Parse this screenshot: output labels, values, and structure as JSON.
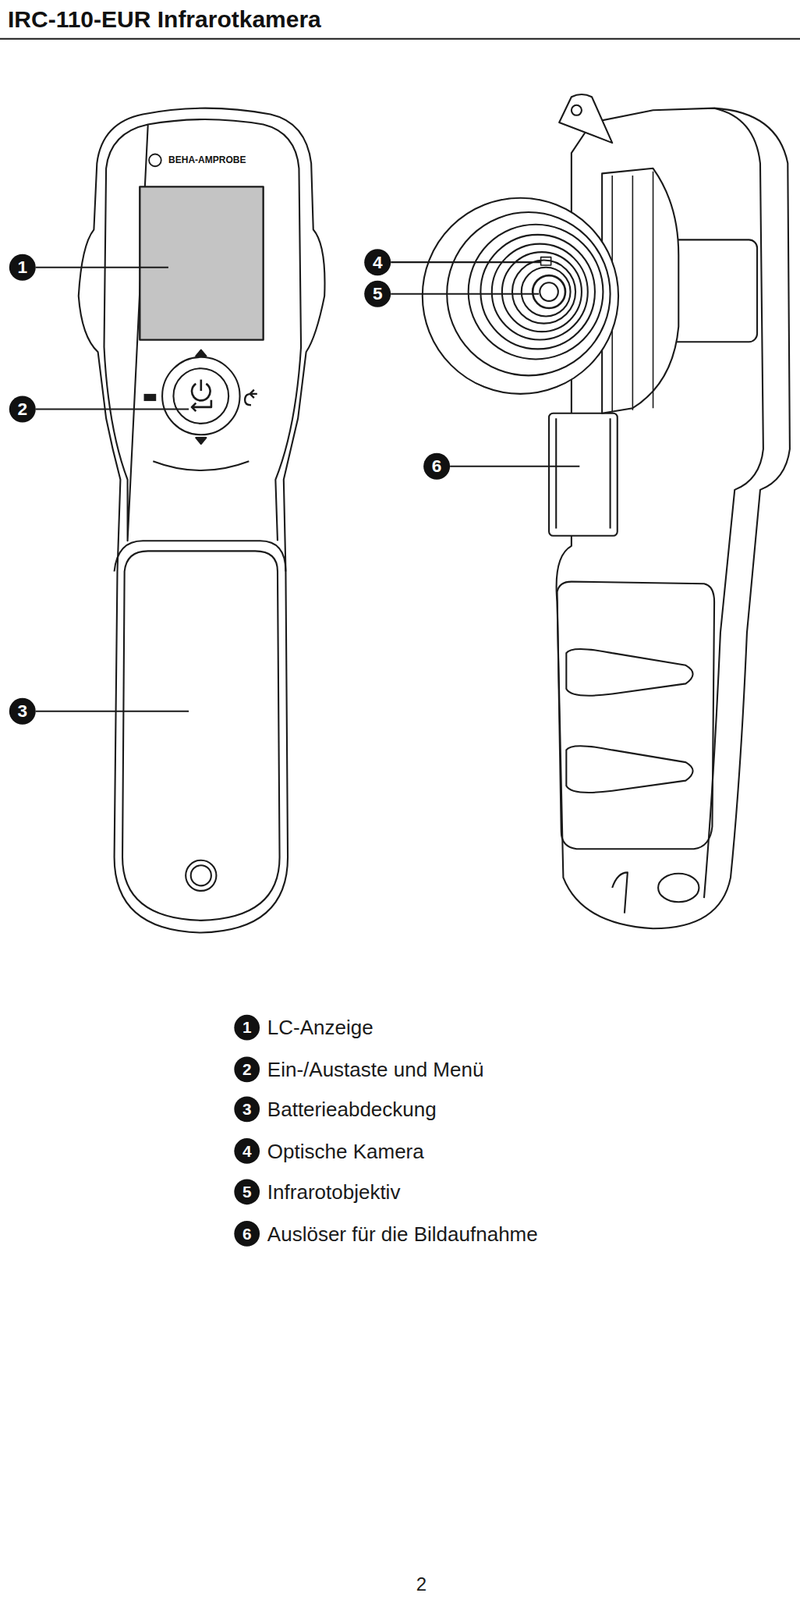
{
  "diagram": {
    "title": "IRC-110-EUR Infrarotkamera",
    "labels": [
      "BEHA-AMPROBE",
      "1",
      "2",
      "3",
      "4",
      "5",
      "6",
      "1",
      "LC-Anzeige",
      "2",
      "Ein-/Austaste und Menü",
      "3",
      "Batterieabdeckung",
      "4",
      "Optische Kamera",
      "5",
      "Infrarotobjektiv",
      "6",
      "Auslöser für die Bildaufnahme",
      "2"
    ]
  }
}
